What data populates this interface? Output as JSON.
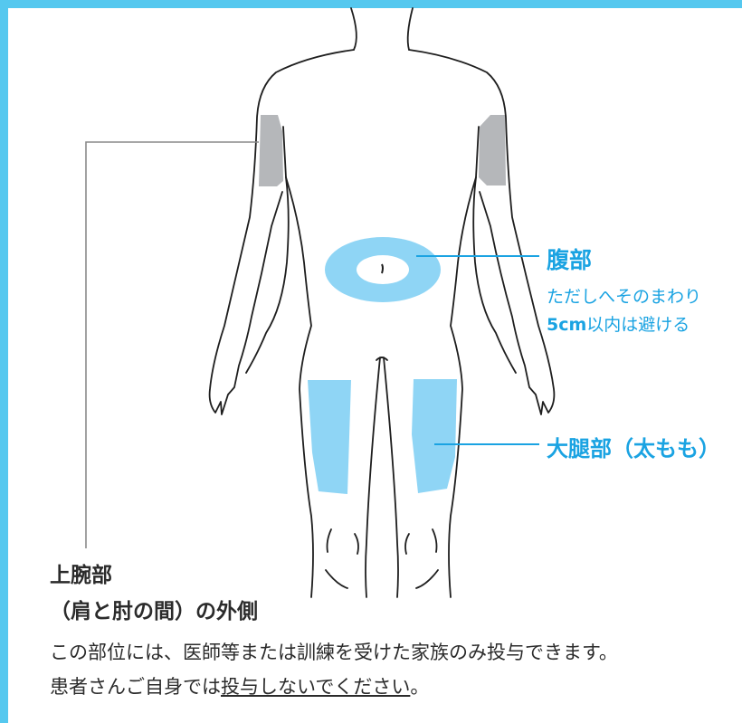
{
  "colors": {
    "frame": "#55c8ef",
    "accent_text": "#1aa3e2",
    "highlight_fill": "#8fd5f5",
    "arm_fill": "#b5b7ba",
    "outline": "#1e1e1e",
    "leader_gray": "#8a8a8a",
    "body_text": "#2b2b2b"
  },
  "labels": {
    "abdomen": {
      "title": "腹部",
      "note_line1": "ただしへそのまわり",
      "note_line2_bold": "5cm",
      "note_line2_rest": "以内は避ける"
    },
    "thigh": {
      "title": "大腿部（太もも）"
    },
    "upper_arm": {
      "title_line1": "上腕部",
      "title_line2": "（肩と肘の間）の外側"
    }
  },
  "note": {
    "line1": "この部位には、医師等または訓練を受けた家族のみ投与できます。",
    "line2_prefix": "患者さんご自身では",
    "line2_underlined": "投与しないでください",
    "line2_suffix": "。"
  }
}
